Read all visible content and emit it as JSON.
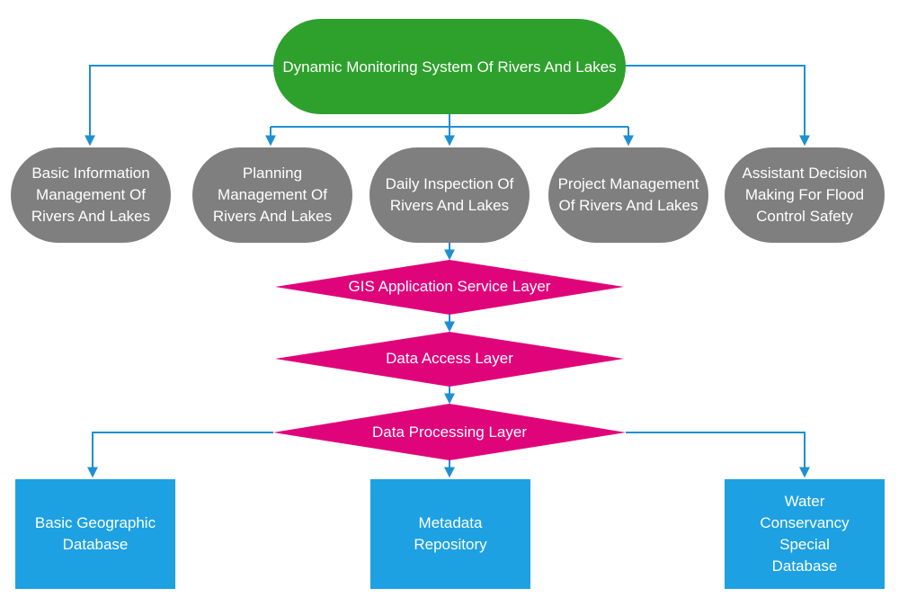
{
  "colors": {
    "top": "#2ea02c",
    "module": "#7f7f7f",
    "layer": "#e0047a",
    "database": "#1da1e2",
    "arrow": "#1e90d2"
  },
  "diagram": {
    "top_node": {
      "label": "Dynamic Monitoring System Of Rivers And Lakes"
    },
    "modules": [
      {
        "label": "Basic Information Management Of Rivers And Lakes"
      },
      {
        "label": "Planning Management Of Rivers And Lakes"
      },
      {
        "label": "Daily Inspection Of Rivers And Lakes"
      },
      {
        "label": "Project Management Of Rivers And Lakes"
      },
      {
        "label": "Assistant Decision Making For Flood Control Safety"
      }
    ],
    "layers": [
      {
        "label": "GIS Application Service Layer"
      },
      {
        "label": "Data Access Layer"
      },
      {
        "label": "Data Processing Layer"
      }
    ],
    "databases": [
      {
        "label": "Basic Geographic Database"
      },
      {
        "label": "Metadata Repository"
      },
      {
        "label": "Water Conservancy Special Database"
      }
    ]
  }
}
